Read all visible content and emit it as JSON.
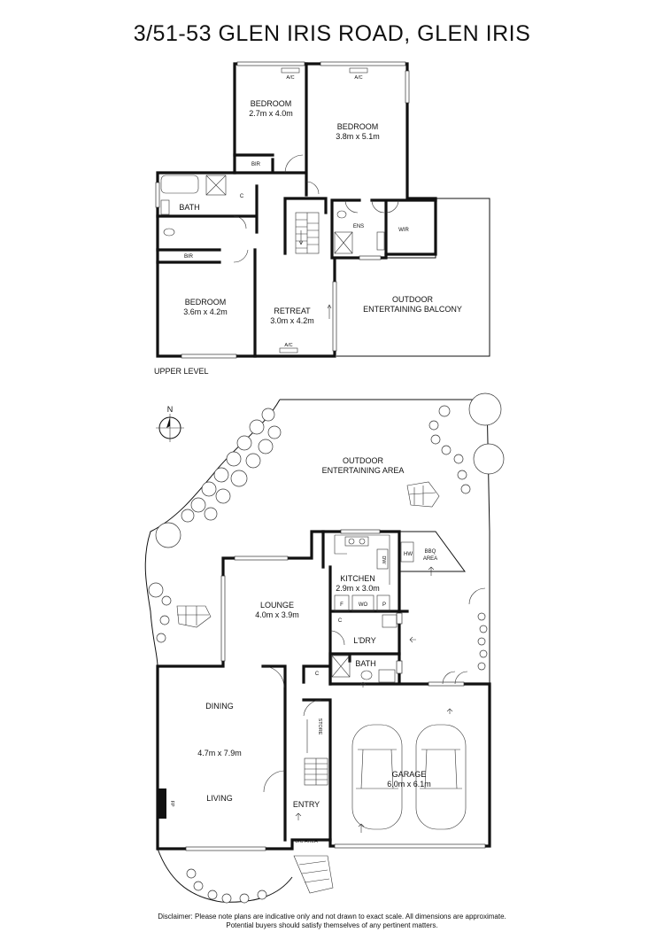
{
  "title": "3/51-53 GLEN IRIS ROAD, GLEN IRIS",
  "upper_level_label": "UPPER LEVEL",
  "compass_label": "N",
  "upper": {
    "bedroom1": {
      "name": "BEDROOM",
      "size": "2.7m x 4.0m"
    },
    "bedroom2": {
      "name": "BEDROOM",
      "size": "3.8m x 5.1m"
    },
    "bedroom3": {
      "name": "BEDROOM",
      "size": "3.6m x 4.2m"
    },
    "retreat": {
      "name": "RETREAT",
      "size": "3.0m x 4.2m"
    },
    "balcony": {
      "line1": "OUTDOOR",
      "line2": "ENTERTAINING BALCONY"
    },
    "bath": "BATH",
    "bir1": "BIR",
    "bir2": "BIR",
    "cupboard": "C",
    "ens": "ENS",
    "wir": "WIR",
    "ac1": "A/C",
    "ac2": "A/C",
    "ac3": "A/C"
  },
  "lower": {
    "outdoor_area": {
      "line1": "OUTDOOR",
      "line2": "ENTERTAINING AREA"
    },
    "bbq": {
      "line1": "BBQ",
      "line2": "AREA"
    },
    "hw": "HW",
    "kitchen": {
      "name": "KITCHEN",
      "size": "2.9m x 3.0m"
    },
    "dw": "DW",
    "fridge": "F",
    "wo": "WO",
    "pantry": "P",
    "lounge": {
      "name": "LOUNGE",
      "size": "4.0m x 3.9m"
    },
    "cupboard1": "C",
    "cupboard2": "C",
    "laundry": "L'DRY",
    "bath": "BATH",
    "dining": "DINING",
    "dining_size": "4.7m x 7.9m",
    "living": "LIVING",
    "fp": "FP",
    "store": "STORE",
    "entry": "ENTRY",
    "uc_area": "U/C AREA",
    "garage": {
      "name": "GARAGE",
      "size": "6.0m x 6.1m"
    }
  },
  "disclaimer": {
    "line1": "Disclaimer: Please note plans are indicative only and not drawn to exact scale. All dimensions are approximate.",
    "line2": "Potential buyers should satisfy themselves of any pertinent matters."
  }
}
